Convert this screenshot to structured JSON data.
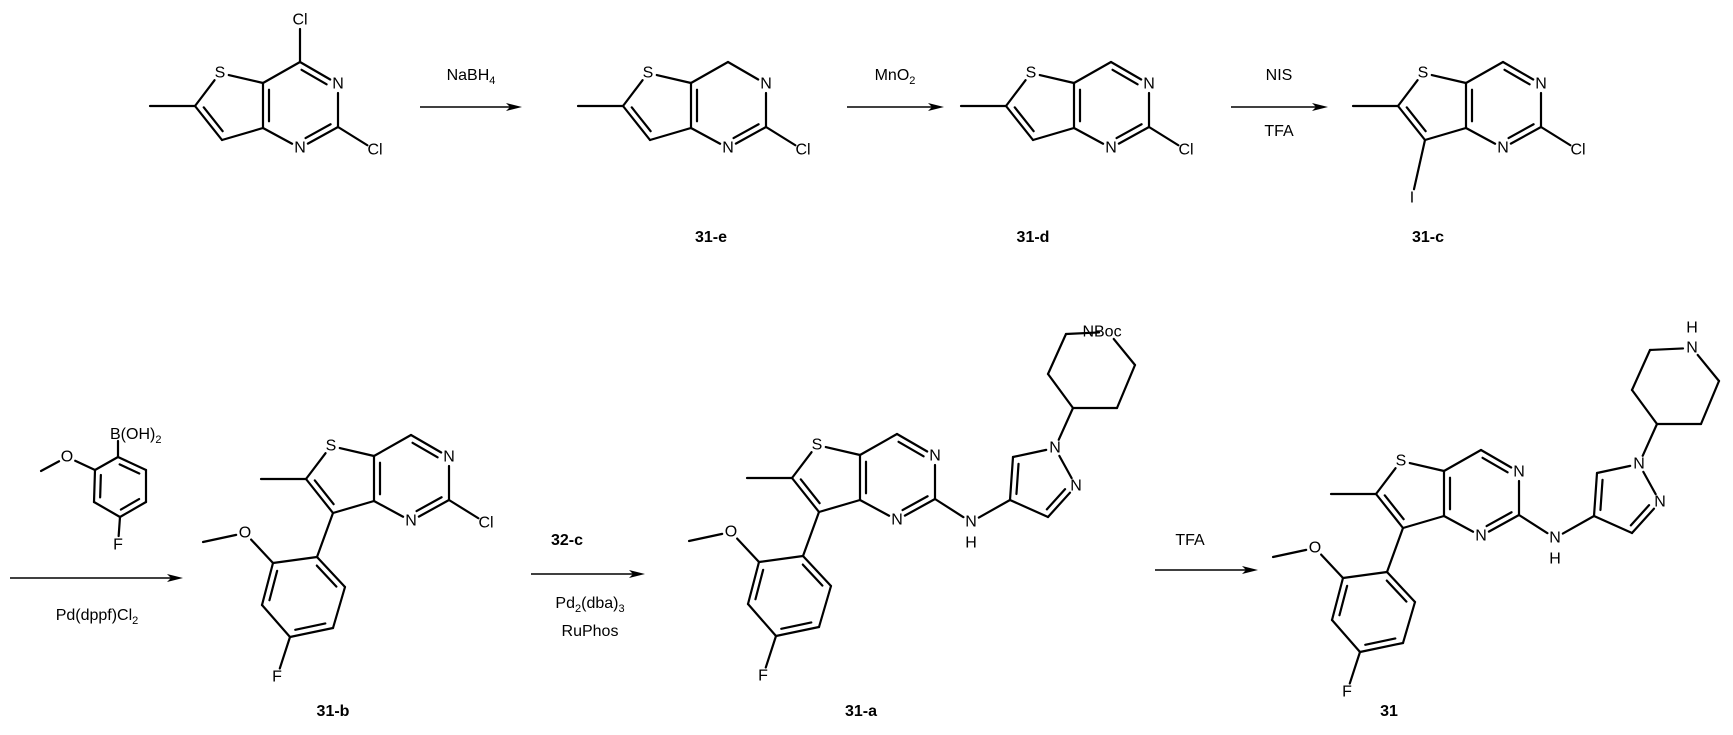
{
  "atoms": {
    "S": "S",
    "N": "N",
    "Cl": "Cl",
    "O": "O",
    "F": "F",
    "I": "I",
    "H": "H",
    "NBoc": "NBoc"
  },
  "boronic_acid": {
    "main": "B(OH)",
    "sub": "2"
  },
  "steps": [
    {
      "reagents": [
        [
          {
            "t": "NaBH"
          },
          {
            "s": "4"
          }
        ]
      ]
    },
    {
      "reagents": [
        [
          {
            "t": "MnO"
          },
          {
            "s": "2"
          }
        ]
      ]
    },
    {
      "reagents": [
        [
          {
            "t": "NIS"
          }
        ],
        [
          {
            "t": "TFA"
          }
        ]
      ]
    },
    {
      "reagents": [
        [
          {
            "t": "Pd(dppf)Cl"
          },
          {
            "s": "2"
          }
        ]
      ]
    },
    {
      "reagents": [
        [
          {
            "b": "32-c"
          }
        ],
        [
          {
            "t": "Pd"
          },
          {
            "s": "2"
          },
          {
            "t": "(dba)"
          },
          {
            "s": "3"
          }
        ],
        [
          {
            "t": "RuPhos"
          }
        ]
      ]
    },
    {
      "reagents": [
        [
          {
            "t": "TFA"
          }
        ]
      ]
    }
  ],
  "compounds": [
    "31-e",
    "31-d",
    "31-c",
    "31-b",
    "31-a",
    "31"
  ]
}
